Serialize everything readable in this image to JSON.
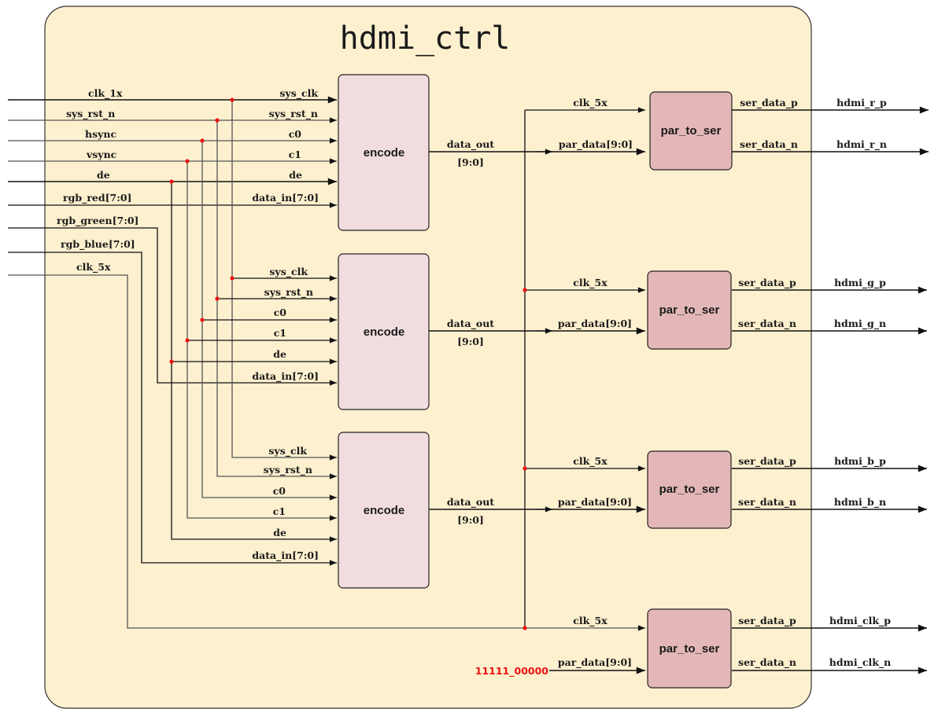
{
  "title": "hdmi_ctrl",
  "colors": {
    "container_fill": "#fdf0cf",
    "encode_fill": "#f1dde0",
    "par_fill": "#e3b7b7",
    "dot": "#ee1111",
    "const_text": "#ee1111",
    "wire": "#111111",
    "wire_light": "#555555"
  },
  "inputs": {
    "clk_1x": "clk_1x",
    "sys_rst_n": "sys_rst_n",
    "hsync": "hsync",
    "vsync": "vsync",
    "de": "de",
    "rgb_red": "rgb_red[7:0]",
    "rgb_green": "rgb_green[7:0]",
    "rgb_blue": "rgb_blue[7:0]",
    "clk_5x": "clk_5x"
  },
  "encode_blocks": [
    {
      "label": "encode",
      "ports": [
        "sys_clk",
        "sys_rst_n",
        "c0",
        "c1",
        "de",
        "data_in[7:0]"
      ],
      "out_top": "data_out",
      "out_bot": "[9:0]"
    },
    {
      "label": "encode",
      "ports": [
        "sys_clk",
        "sys_rst_n",
        "c0",
        "c1",
        "de",
        "data_in[7:0]"
      ],
      "out_top": "data_out",
      "out_bot": "[9:0]"
    },
    {
      "label": "encode",
      "ports": [
        "sys_clk",
        "sys_rst_n",
        "c0",
        "c1",
        "de",
        "data_in[7:0]"
      ],
      "out_top": "data_out",
      "out_bot": "[9:0]"
    }
  ],
  "par_blocks": [
    {
      "label": "par_to_ser",
      "clk": "clk_5x",
      "data": "par_data[9:0]",
      "out_p": "ser_data_p",
      "out_n": "ser_data_n",
      "pin_p": "hdmi_r_p",
      "pin_n": "hdmi_r_n"
    },
    {
      "label": "par_to_ser",
      "clk": "clk_5x",
      "data": "par_data[9:0]",
      "out_p": "ser_data_p",
      "out_n": "ser_data_n",
      "pin_p": "hdmi_g_p",
      "pin_n": "hdmi_g_n"
    },
    {
      "label": "par_to_ser",
      "clk": "clk_5x",
      "data": "par_data[9:0]",
      "out_p": "ser_data_p",
      "out_n": "ser_data_n",
      "pin_p": "hdmi_b_p",
      "pin_n": "hdmi_b_n"
    },
    {
      "label": "par_to_ser",
      "clk": "clk_5x",
      "data": "par_data[9:0]",
      "out_p": "ser_data_p",
      "out_n": "ser_data_n",
      "pin_p": "hdmi_clk_p",
      "pin_n": "hdmi_clk_n"
    }
  ],
  "clk_constant": "11111_00000"
}
